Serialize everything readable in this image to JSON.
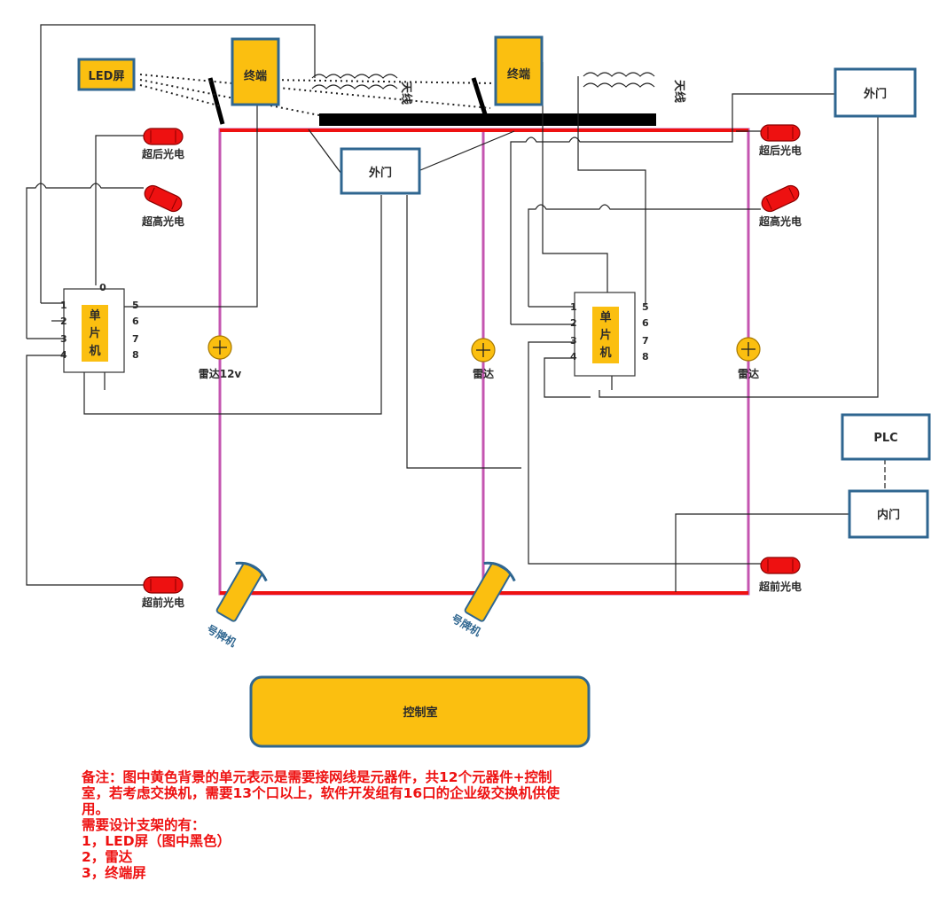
{
  "labels": {
    "led": "LED屏",
    "terminal1": "终端",
    "terminal2": "终端",
    "antenna1": "天线",
    "antenna2": "天线",
    "outer_door_mid": "外门",
    "outer_door_right": "外门",
    "plc": "PLC",
    "inner_door": "内门",
    "mcu_left_text": [
      "单",
      "片",
      "机"
    ],
    "mcu_right_text": [
      "单",
      "片",
      "机"
    ],
    "mcu_left_pin0": "0",
    "mcu_left_pins_left": [
      "1",
      "2",
      "3",
      "4"
    ],
    "mcu_left_pins_right": [
      "5",
      "6",
      "7",
      "8"
    ],
    "mcu_right_pins_left": [
      "1",
      "2",
      "3",
      "4"
    ],
    "mcu_right_pins_right": [
      "5",
      "6",
      "7",
      "8"
    ],
    "super_rear_left": "超后光电",
    "super_high_left": "超高光电",
    "super_front_left": "超前光电",
    "super_rear_right": "超后光电",
    "super_high_right": "超高光电",
    "super_front_right": "超前光电",
    "radar_left": "雷达12v",
    "radar_mid": "雷达",
    "radar_right": "雷达",
    "plate1": "号牌机",
    "plate2": "号牌机",
    "control_room": "控制室"
  },
  "colors": {
    "component_yellow": "#fbbf10",
    "box_border_blue": "#2f6690",
    "lane_red": "#ee1111",
    "lane_magenta": "#c455b0",
    "note_red": "#ee1111",
    "led_black": "#000000"
  },
  "notes": [
    "备注：图中黄色背景的单元表示是需要接网线是元器件，共12个元器件+控制",
    "室，若考虑交换机，需要13个口以上，软件开发组有16口的企业级交换机供使",
    "用。",
    "需要设计支架的有：",
    "1，LED屏（图中黑色）",
    "2，雷达",
    "3，终端屏"
  ]
}
